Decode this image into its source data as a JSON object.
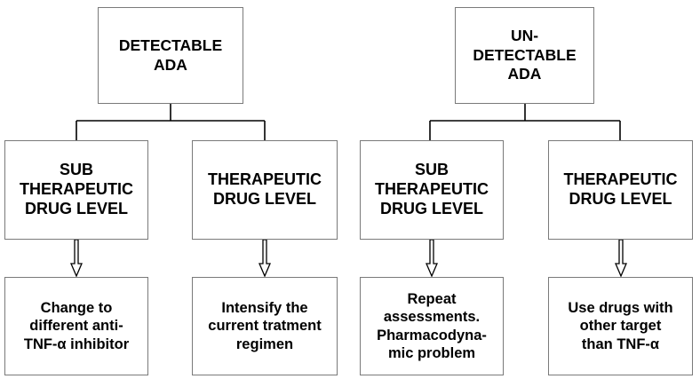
{
  "diagram": {
    "groups": [
      {
        "root_label": "DETECTABLE\nADA",
        "children": [
          {
            "level_label": "SUB\nTHERAPEUTIC\nDRUG LEVEL",
            "action_label": "Change to\ndifferent anti-\nTNF-α inhibitor"
          },
          {
            "level_label": "THERAPEUTIC\nDRUG LEVEL",
            "action_label": "Intensify the\ncurrent tratment\nregimen"
          }
        ]
      },
      {
        "root_label": "UN-\nDETECTABLE\nADA",
        "children": [
          {
            "level_label": "SUB\nTHERAPEUTIC\nDRUG LEVEL",
            "action_label": "Repeat\nassessments.\nPharmacodyna-\nmic problem"
          },
          {
            "level_label": "THERAPEUTIC\nDRUG LEVEL",
            "action_label": "Use drugs with\nother target\nthan TNF-α"
          }
        ]
      }
    ]
  }
}
